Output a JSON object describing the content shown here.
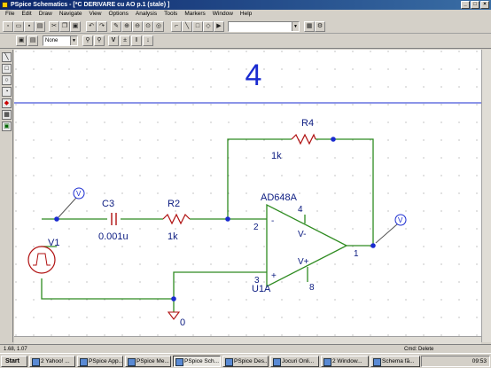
{
  "window": {
    "title": "PSpice Schematics - [*C DERIVARE cu AO  p.1 (stale) ]",
    "btn_min": "_",
    "btn_max": "□",
    "btn_close": "×"
  },
  "menu": [
    "File",
    "Edit",
    "Draw",
    "Navigate",
    "View",
    "Options",
    "Analysis",
    "Tools",
    "Markers",
    "Window",
    "Help"
  ],
  "toolbar": {
    "part_combo_value": "",
    "zoom_combo_value": "None"
  },
  "schematic": {
    "page_number": "4",
    "parts": {
      "r4_name": "R4",
      "r4_value": "1k",
      "c3_name": "C3",
      "c3_value": "0.001u",
      "r2_name": "R2",
      "r2_value": "1k",
      "v1_name": "V1",
      "opamp_model": "AD648A",
      "opamp_ref": "U1A",
      "pin_2": "2",
      "pin_3": "3",
      "pin_4": "4",
      "pin_8": "8",
      "pin_1": "1",
      "minus_sign": "-",
      "plus_sign": "+",
      "vminus": "V-",
      "vplus": "V+",
      "ground_label": "0",
      "probe_label": "V"
    }
  },
  "status": {
    "coords": "1.68,  1.07",
    "command": "Cmd: Delete"
  },
  "taskbar": {
    "start": "Start",
    "items": [
      "2 Yahoo! ...",
      "PSpice App...",
      "PSpice Me...",
      "PSpice Sch...",
      "PSpice Des...",
      "Jocuri Onli...",
      "2 Window...",
      "Schema fă..."
    ],
    "clock": "09:53"
  }
}
